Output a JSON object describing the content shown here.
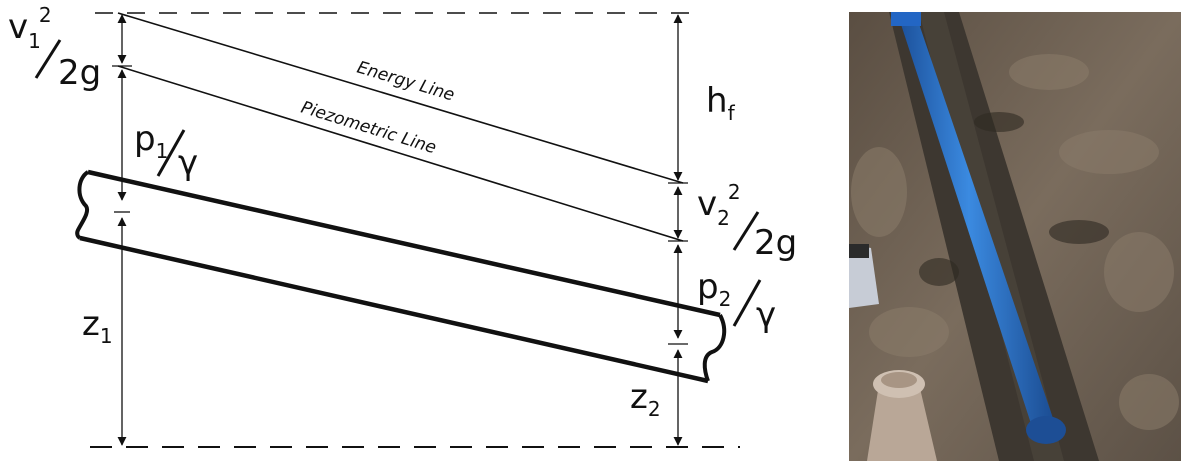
{
  "diagram": {
    "labels": {
      "energy_line": "Energy Line",
      "piezometric_line": "Piezometric Line",
      "v1": "v",
      "v1_sub": "1",
      "v1_sup": "2",
      "two_g_1": "2g",
      "p1": "p",
      "p1_sub": "1",
      "gamma_1": "γ",
      "z1": "z",
      "z1_sub": "1",
      "hf": "h",
      "hf_sub": "f",
      "v2": "v",
      "v2_sub": "2",
      "v2_sup": "2",
      "two_g_2": "2g",
      "p2": "p",
      "p2_sub": "2",
      "gamma_2": "γ",
      "z2": "z",
      "z2_sub": "2"
    }
  },
  "photo": {
    "subject": "blue-pipe-in-trench",
    "colors": {
      "pipe": "#2a6fc9",
      "soil": "#6b5e50",
      "trench": "#3f3a33"
    }
  }
}
